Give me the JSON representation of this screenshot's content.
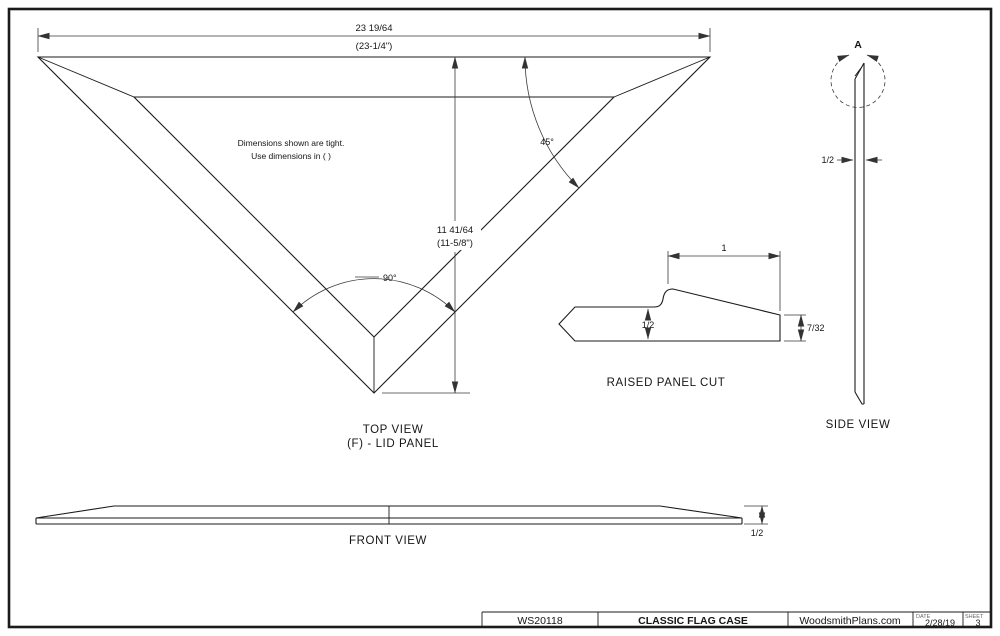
{
  "page": {
    "background": "#ffffff",
    "line_color": "#1b1b1b",
    "dim_color": "#3a3a3a"
  },
  "top_view": {
    "width_dim": "23 19/64",
    "width_dim_alt": "(23-1/4\")",
    "height_dim": "11 41/64",
    "height_dim_alt": "(11-5/8\")",
    "angle_corner": "45°",
    "angle_apex": "90°",
    "note_line1": "Dimensions shown are tight.",
    "note_line2": "Use dimensions in ( )",
    "title_line1": "TOP VIEW",
    "title_line2": "(F) - LID PANEL"
  },
  "raised_panel": {
    "width_dim": "1",
    "thickness_dim": "1/2",
    "edge_dim": "7/32",
    "title": "RAISED PANEL CUT"
  },
  "side_view": {
    "detail_label": "A",
    "thickness_dim": "1/2",
    "title": "SIDE VIEW"
  },
  "front_view": {
    "thickness_dim": "1/2",
    "title": "FRONT VIEW"
  },
  "title_block": {
    "part_number": "WS20118",
    "project_title": "CLASSIC FLAG CASE",
    "website": "WoodsmithPlans.com",
    "date_label": "DATE",
    "date": "2/28/19",
    "sheet_label": "SHEET",
    "sheet": "3"
  }
}
